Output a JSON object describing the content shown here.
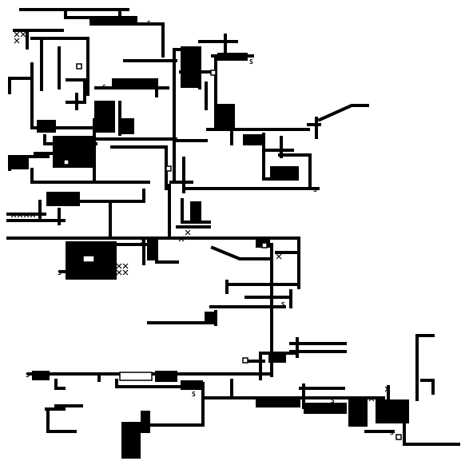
{
  "map": {
    "background": "#ffffff",
    "ink": "#000000",
    "marker_label": "S",
    "marker_label_note": "single-letter glyph printed at map anchors",
    "tile_glyphs": {
      "wall": "solid block",
      "cross": "x-hatched tile",
      "node": "hollow square"
    }
  }
}
